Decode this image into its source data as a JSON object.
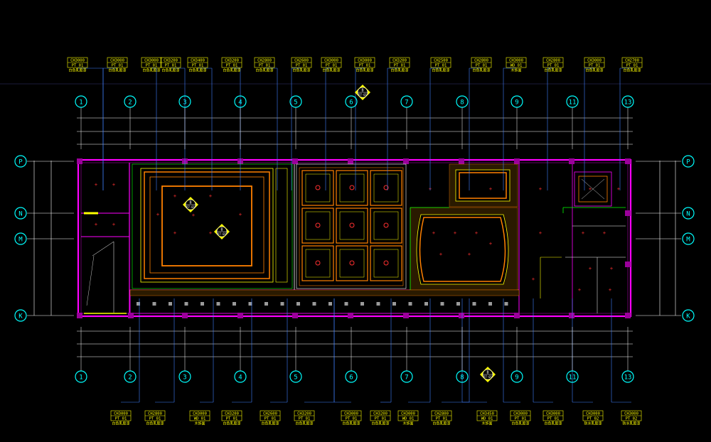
{
  "colors": {
    "background": "#000000",
    "grid_line": "#ffffff",
    "bubble": "#00ffff",
    "wall": "#ff00ff",
    "ceiling_orange": "#ff8000",
    "ceiling_yellow": "#ffff00",
    "ceiling_green": "#00ff00",
    "light_red": "#ff3030",
    "leader_blue": "#4080ff",
    "tag_text": "#ffff00"
  },
  "axes_top": [
    "1",
    "2",
    "3",
    "4",
    "5",
    "6",
    "7",
    "8",
    "9",
    "11",
    "13"
  ],
  "axes_bottom": [
    "1",
    "2",
    "3",
    "4",
    "5",
    "6",
    "7",
    "8",
    "9",
    "11",
    "13"
  ],
  "axes_side": [
    "P",
    "N",
    "M",
    "K"
  ],
  "section_mark": {
    "num": "B",
    "ref": "D7-01"
  },
  "tags_top": [
    {
      "h": "CH3000",
      "code": "PT 01",
      "note": "白色乳胶漆"
    },
    {
      "h": "CH3000",
      "code": "PT 01",
      "note": "白色乳胶漆"
    },
    {
      "h": "CH3000",
      "code": "PT 01",
      "note": "白色乳胶漆"
    },
    {
      "h": "CH3200",
      "code": "PT 01",
      "note": "白色乳胶漆"
    },
    {
      "h": "CH3400",
      "code": "PT 01",
      "note": "白色乳胶漆"
    },
    {
      "h": "CH3200",
      "code": "PT 01",
      "note": "白色乳胶漆"
    },
    {
      "h": "CH2800",
      "code": "PT 01",
      "note": "白色乳胶漆"
    },
    {
      "h": "CH2600",
      "code": "PT 01",
      "note": "白色乳胶漆"
    },
    {
      "h": "CH3000",
      "code": "PT 01",
      "note": "白色乳胶漆"
    },
    {
      "h": "CH3000",
      "code": "PT 01",
      "note": "白色乳胶漆"
    },
    {
      "h": "CH3200",
      "code": "PT 01",
      "note": "白色乳胶漆"
    },
    {
      "h": "CH2500",
      "code": "PT 01",
      "note": "白色乳胶漆"
    },
    {
      "h": "CH2800",
      "code": "PT 01",
      "note": "白色乳胶漆"
    },
    {
      "h": "CH3000",
      "code": "WD 01",
      "note": "木饰面"
    },
    {
      "h": "CH2800",
      "code": "PT 01",
      "note": "白色乳胶漆"
    },
    {
      "h": "CH3000",
      "code": "PT 01",
      "note": "白色乳胶漆"
    },
    {
      "h": "CH2700",
      "code": "PT 01",
      "note": "白色乳胶漆"
    }
  ],
  "tags_bottom": [
    {
      "h": "CH3000",
      "code": "PT 01",
      "note": "白色乳胶漆"
    },
    {
      "h": "CH2800",
      "code": "PT 01",
      "note": "白色乳胶漆"
    },
    {
      "h": "CH3000",
      "code": "WD 01",
      "note": "木饰面"
    },
    {
      "h": "CH3200",
      "code": "PT 01",
      "note": "白色乳胶漆"
    },
    {
      "h": "CH2600",
      "code": "PT 01",
      "note": "白色乳胶漆"
    },
    {
      "h": "CH3200",
      "code": "PT 01",
      "note": "白色乳胶漆"
    },
    {
      "h": "CH3000",
      "code": "PT 01",
      "note": "白色乳胶漆"
    },
    {
      "h": "CH3200",
      "code": "PT 01",
      "note": "白色乳胶漆"
    },
    {
      "h": "CH3000",
      "code": "WD 01",
      "note": "木饰面"
    },
    {
      "h": "CH2800",
      "code": "PT 01",
      "note": "白色乳胶漆"
    },
    {
      "h": "CH3450",
      "code": "WD 01",
      "note": "木饰面"
    },
    {
      "h": "CH3000",
      "code": "PT 01",
      "note": "白色乳胶漆"
    },
    {
      "h": "CH3000",
      "code": "PT 01",
      "note": "白色乳胶漆"
    },
    {
      "h": "CH3000",
      "code": "PT 02",
      "note": "防水乳胶漆"
    },
    {
      "h": "CH3000",
      "code": "PT 02",
      "note": "防水乳胶漆"
    }
  ]
}
